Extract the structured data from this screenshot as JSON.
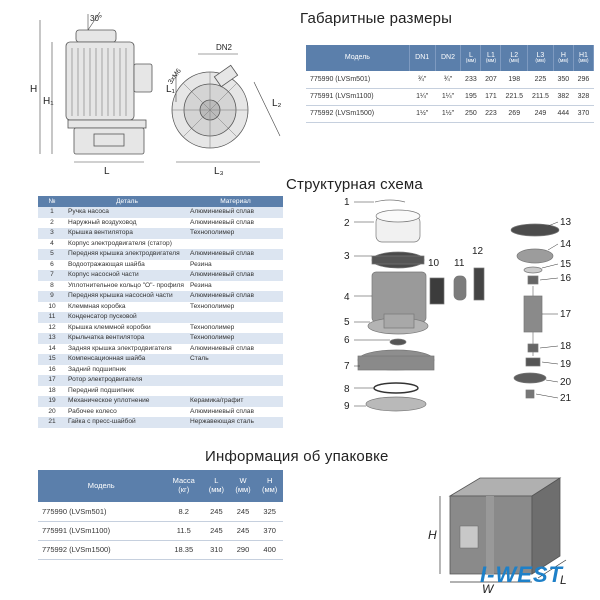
{
  "titles": {
    "dimensions": "Габаритные размеры",
    "scheme": "Структурная схема",
    "packing": "Информация об упаковке"
  },
  "dim_table": {
    "headers": [
      {
        "label": "Модель",
        "unit": ""
      },
      {
        "label": "DN1",
        "unit": ""
      },
      {
        "label": "DN2",
        "unit": ""
      },
      {
        "label": "L",
        "unit": "(мм)"
      },
      {
        "label": "L1",
        "unit": "(мм)"
      },
      {
        "label": "L2",
        "unit": "(мм)"
      },
      {
        "label": "L3",
        "unit": "(мм)"
      },
      {
        "label": "H",
        "unit": "(мм)"
      },
      {
        "label": "H1",
        "unit": "(мм)"
      }
    ],
    "rows": [
      [
        "775990 (LVSm501)",
        "¾\"",
        "¾\"",
        "233",
        "207",
        "198",
        "225",
        "350",
        "296"
      ],
      [
        "775991 (LVSm1100)",
        "1¼\"",
        "1¼\"",
        "195",
        "171",
        "221.5",
        "211.5",
        "382",
        "328"
      ],
      [
        "775992 (LVSm1500)",
        "1½\"",
        "1½\"",
        "250",
        "223",
        "269",
        "249",
        "444",
        "370"
      ]
    ]
  },
  "drawing_labels": {
    "angle": "30°",
    "h": "H",
    "h1": "H₁",
    "l": "L",
    "dn2": "DN2",
    "thread": "3xM6",
    "l1": "L₁",
    "l2": "L₂",
    "l3": "L₃"
  },
  "parts_table": {
    "headers": [
      "№",
      "Деталь",
      "Материал"
    ],
    "rows": [
      [
        "1",
        "Ручка насоса",
        "Алюминиевый сплав"
      ],
      [
        "2",
        "Наружный воздуховод",
        "Алюминиевый сплав"
      ],
      [
        "3",
        "Крышка вентилятора",
        "Технополимер"
      ],
      [
        "4",
        "Корпус электродвигателя (статор)",
        ""
      ],
      [
        "5",
        "Передняя крышка электродвигателя",
        "Алюминиевый сплав"
      ],
      [
        "6",
        "Водоотражающая шайба",
        "Резина"
      ],
      [
        "7",
        "Корпус насосной части",
        "Алюминиевый сплав"
      ],
      [
        "8",
        "Уплотнительное кольцо \"О\"- профиля",
        "Резина"
      ],
      [
        "9",
        "Передняя крышка насосной части",
        "Алюминиевый сплав"
      ],
      [
        "10",
        "Клеммная коробка",
        "Технополимер"
      ],
      [
        "11",
        "Конденсатор пусковой",
        ""
      ],
      [
        "12",
        "Крышка клеммной коробки",
        "Технополимер"
      ],
      [
        "13",
        "Крыльчатка вентилятора",
        "Технополимер"
      ],
      [
        "14",
        "Задняя крышка электродвигателя",
        "Алюминиевый сплав"
      ],
      [
        "15",
        "Компенсационная шайба",
        "Сталь"
      ],
      [
        "16",
        "Задний подшипник",
        ""
      ],
      [
        "17",
        "Ротор электродвигателя",
        ""
      ],
      [
        "18",
        "Передний подшипник",
        ""
      ],
      [
        "19",
        "Механическое уплотнение",
        "Керамика/графит"
      ],
      [
        "20",
        "Рабочее колесо",
        "Алюминиевый сплав"
      ],
      [
        "21",
        "Гайка с пресс-шайбой",
        "Нержавеющая сталь"
      ]
    ]
  },
  "scheme_numbers": [
    "1",
    "2",
    "3",
    "4",
    "5",
    "6",
    "7",
    "8",
    "9",
    "10",
    "11",
    "12",
    "13",
    "14",
    "15",
    "16",
    "17",
    "18",
    "19",
    "20",
    "21"
  ],
  "pack_table": {
    "headers": [
      {
        "label": "Модель",
        "unit": ""
      },
      {
        "label": "Масса",
        "unit": "(кг)"
      },
      {
        "label": "L",
        "unit": "(мм)"
      },
      {
        "label": "W",
        "unit": "(мм)"
      },
      {
        "label": "H",
        "unit": "(мм)"
      }
    ],
    "rows": [
      [
        "775990 (LVSm501)",
        "8.2",
        "245",
        "245",
        "325"
      ],
      [
        "775991 (LVSm1100)",
        "11.5",
        "245",
        "245",
        "370"
      ],
      [
        "775992 (LVSm1500)",
        "18.35",
        "310",
        "290",
        "400"
      ]
    ]
  },
  "box_labels": {
    "h": "H",
    "w": "W",
    "l": "L"
  },
  "brand": "I-WEST"
}
